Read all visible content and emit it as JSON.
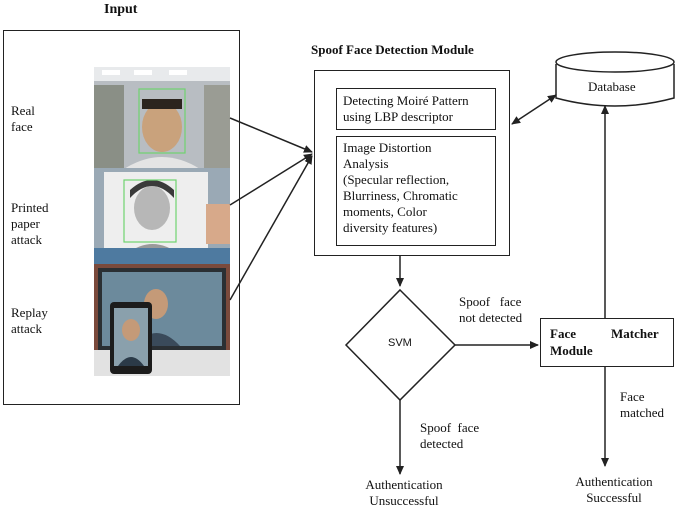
{
  "input": {
    "title": "Input",
    "labels": {
      "real": "Real\nface",
      "printed": "Printed\npaper\nattack",
      "replay": "Replay\nattack"
    }
  },
  "module": {
    "title": "Spoof Face Detection Module",
    "moire": "Detecting Moiré Pattern\nusing LBP descriptor",
    "distortion": "Image Distortion\nAnalysis\n(Specular reflection,\nBlurriness, Chromatic\nmoments, Color\ndiversity features)"
  },
  "database": "Database",
  "svm": "SVM",
  "spoof_not_detected": "Spoof   face\nnot detected",
  "face_matcher": {
    "line1_left": "Face",
    "line1_right": "Matcher",
    "line2": "Module"
  },
  "face_matched": "Face\nmatched",
  "spoof_detected": "Spoof  face\ndetected",
  "auth_fail": "Authentication\nUnsuccessful",
  "auth_success": "Authentication\nSuccessful",
  "colors": {
    "line": "#222222",
    "face_box": "#6fd36f"
  }
}
